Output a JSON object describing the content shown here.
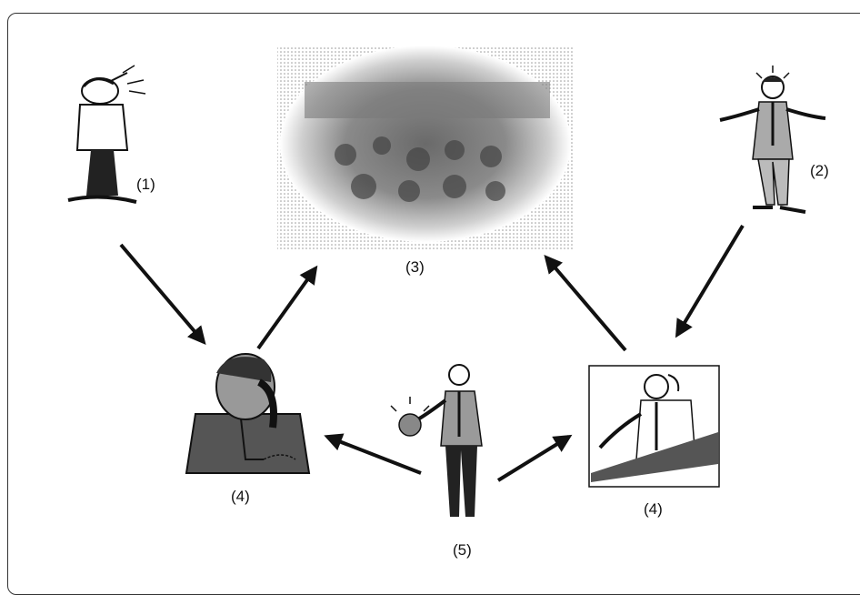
{
  "labels": {
    "trader_worried": "(1)",
    "trader_confused": "(2)",
    "trading_floor": "(3)",
    "broker_phone": "(4)",
    "broker_desk": "(4)",
    "salesman_money": "(5)"
  },
  "colors": {
    "ink": "#111111",
    "frame": "#333333",
    "background": "#ffffff"
  }
}
